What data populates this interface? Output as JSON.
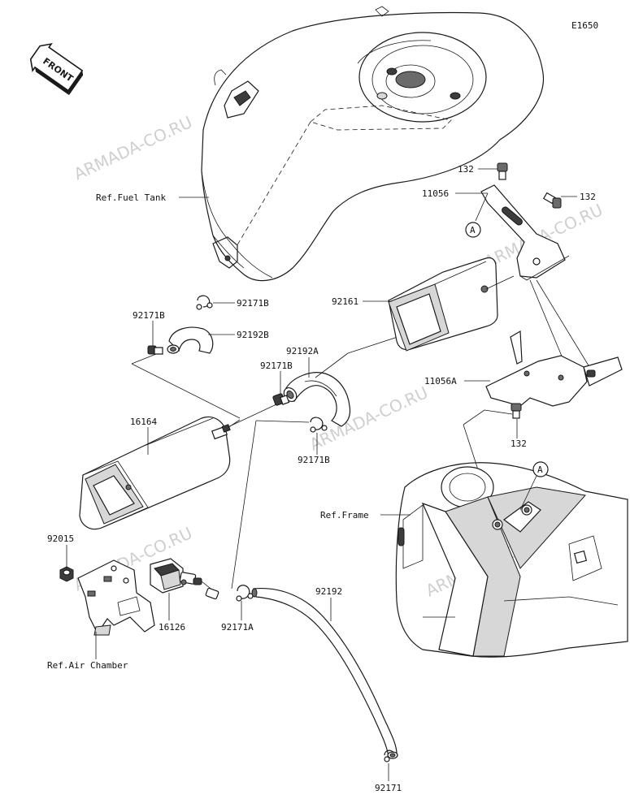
{
  "diagram_code": "E1650",
  "front_badge": "FRONT",
  "watermark": "ARMADA-CO.RU",
  "references": {
    "fuel_tank": "Ref.Fuel Tank",
    "frame": "Ref.Frame",
    "air_chamber": "Ref.Air Chamber"
  },
  "callout_a": "A",
  "part_labels": {
    "p132_top": "132",
    "p132_right": "132",
    "p132_bottom": "132",
    "p11056": "11056",
    "p11056A": "11056A",
    "p92161": "92161",
    "p92171B_tank": "92171B",
    "p92171B_left": "92171B",
    "p92192B": "92192B",
    "p92192A": "92192A",
    "p92171B_mid": "92171B",
    "p92171B_low": "92171B",
    "p16164": "16164",
    "p92015": "92015",
    "p16126": "16126",
    "p92171A": "92171A",
    "p92192": "92192",
    "p92171": "92171"
  },
  "colors": {
    "line": "#1a1a1a",
    "shade_dark": "#3c3c3c",
    "shade_mid": "#6b6b6b",
    "shade_light": "#d7d7d7",
    "watermark": "#cfcfcf"
  }
}
